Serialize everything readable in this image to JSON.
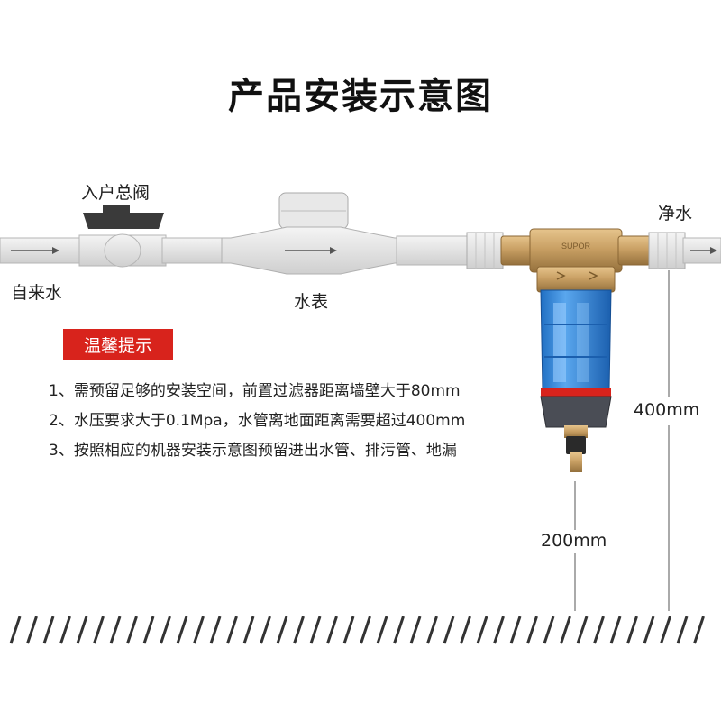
{
  "title": "产品安装示意图",
  "labels": {
    "valve": "入户总阀",
    "inlet": "自来水",
    "meter": "水表",
    "outlet": "净水",
    "brand": "SUPOR",
    "height_total": "400mm",
    "height_bottom": "200mm"
  },
  "tips": {
    "heading": "温馨提示",
    "items": [
      "1、需预留足够的安装空间，前置过滤器距离墙壁大于80mm",
      "2、水压要求大于0.1Mpa，水管离地面距离需要超过400mm",
      "3、按照相应的机器安装示意图预留进出水管、排污管、地漏"
    ]
  },
  "colors": {
    "brass": "#c9a064",
    "filter_blue": "#2f86d8",
    "seal_red": "#d8231c",
    "badge_red": "#d8231c"
  }
}
